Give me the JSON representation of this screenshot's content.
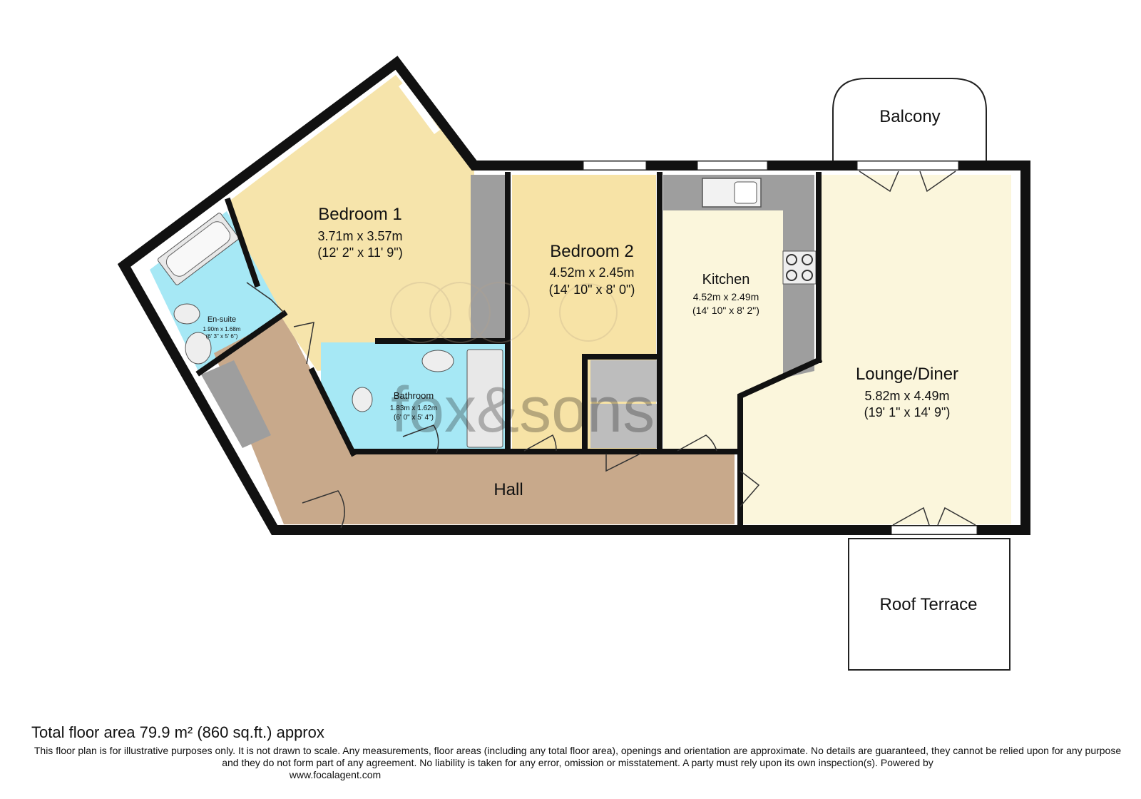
{
  "rooms": {
    "bedroom1": {
      "name": "Bedroom 1",
      "metric": "3.71m x 3.57m",
      "imperial": "(12' 2\" x 11' 9\")"
    },
    "bedroom2": {
      "name": "Bedroom 2",
      "metric": "4.52m x 2.45m",
      "imperial": "(14' 10\" x 8' 0\")"
    },
    "kitchen": {
      "name": "Kitchen",
      "metric": "4.52m x 2.49m",
      "imperial": "(14' 10\" x 8' 2\")"
    },
    "lounge": {
      "name": "Lounge/Diner",
      "metric": "5.82m x 4.49m",
      "imperial": "(19' 1\" x 14' 9\")"
    },
    "ensuite": {
      "name": "En-suite",
      "metric": "1.90m x 1.68m",
      "imperial": "(6' 3\" x 5' 6\")"
    },
    "bathroom": {
      "name": "Bathroom",
      "metric": "1.83m x 1.62m",
      "imperial": "(6' 0\" x 5' 4\")"
    },
    "hall": {
      "name": "Hall"
    },
    "balcony": {
      "name": "Balcony"
    },
    "roof_terrace": {
      "name": "Roof Terrace"
    }
  },
  "watermark": "fox&sons",
  "footer": {
    "total_area": "Total floor area 79.9 m² (860 sq.ft.) approx",
    "disclaimer": "This floor plan is for illustrative purposes only. It is not drawn to scale. Any measurements, floor areas (including any total floor area), openings and orientation are approximate. No details are guaranteed, they cannot be relied upon for any purpose and they do not form part of any agreement. No liability is taken for any error, omission or misstatement. A party must rely upon its own inspection(s). Powered by",
    "credit": "www.focalagent.com"
  },
  "colors": {
    "wall": "#111111",
    "bedroom1": "#f6e4ab",
    "bedroom2": "#f7e3a6",
    "kitchen": "#fbf6dc",
    "lounge": "#fbf6dc",
    "hall": "#c8a98b",
    "wet_room": "#a6e8f5",
    "fitted_unit": "#9e9e9e"
  }
}
